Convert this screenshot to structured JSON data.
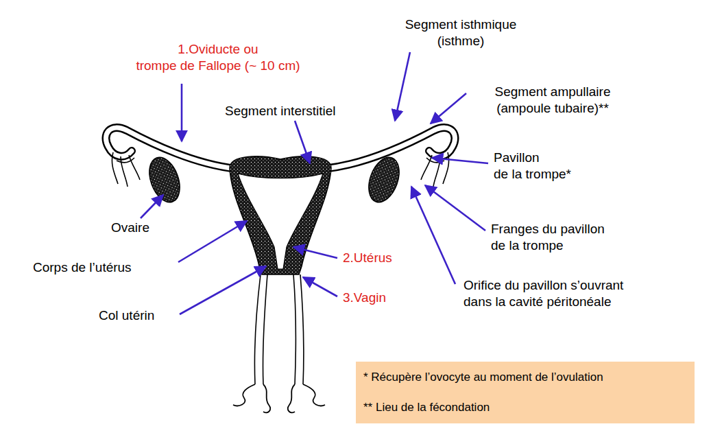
{
  "diagram": {
    "nodes": [
      {
        "text": [
          "* Récupère l’ovocyte au moment de l’ovulation",
          "** Lieu de la fécondation"
        ]
      }
    ],
    "labels": [
      "1.Oviducte ou trompe de Fallope (~ 10 cm)",
      "Segment interstitiel",
      "Segment isthmique (isthme)",
      "Segment ampullaire (ampoule tubaire)**",
      "Pavillon de la trompe*",
      "Franges du pavillon de la trompe",
      "Orifice du pavillon s’ouvrant dans la cavité péritonéale",
      "Ovaire",
      "Corps de l’utérus",
      "2.Utérus",
      "3.Vagin",
      "Col utérin"
    ]
  }
}
